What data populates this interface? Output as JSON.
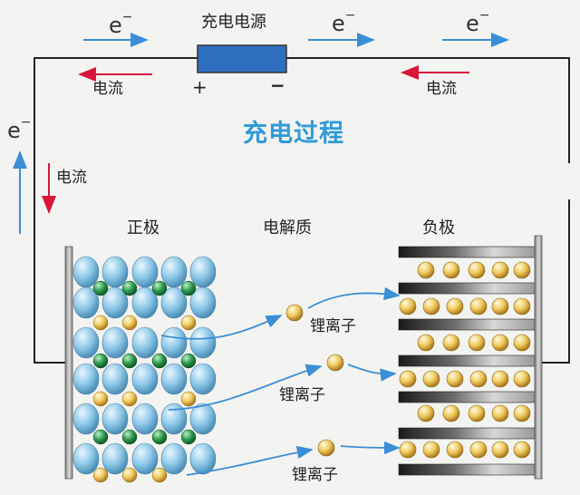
{
  "labels": {
    "source": "充电电源",
    "current_left": "电流",
    "current_right": "电流",
    "current_vertical": "电流",
    "plus": "+",
    "minus": "−",
    "title": "充电过程",
    "positive": "正极",
    "electrolyte": "电解质",
    "negative": "负极",
    "ion1": "锂离子",
    "ion2": "锂离子",
    "ion3": "锂离子",
    "electron": "e",
    "electron_sup": "−"
  },
  "colors": {
    "electron_arrow": "#3a8fd6",
    "current_arrow": "#d8163a",
    "title": "#2f9bd9",
    "source_fill": "#2f6fbf",
    "ion": "#e8b838",
    "blue_atom": "#8fc9e8",
    "green_atom": "#2f9a4f"
  }
}
